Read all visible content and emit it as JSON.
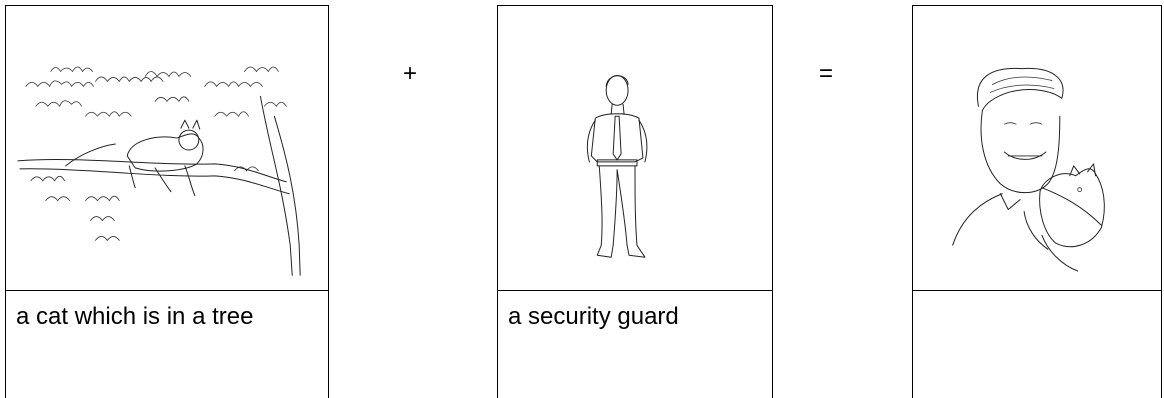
{
  "panels": [
    {
      "caption": "a cat which is in a tree",
      "image": "cat-in-tree-sketch"
    },
    {
      "caption": "a security guard",
      "image": "security-guard-sketch"
    },
    {
      "caption": "",
      "image": "man-holding-cat-sketch"
    }
  ],
  "operators": {
    "plus": "+",
    "equals": "="
  }
}
